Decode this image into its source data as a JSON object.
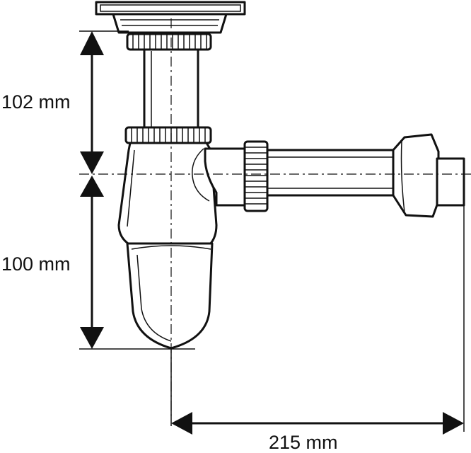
{
  "dimensions": {
    "top": "102 mm",
    "middle": "100 mm",
    "bottom": "215 mm"
  }
}
